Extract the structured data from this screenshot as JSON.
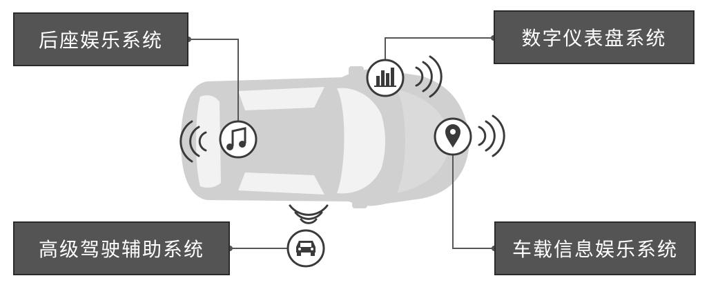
{
  "labels": {
    "rear_entertainment": "后座娱乐系统",
    "digital_cluster": "数字仪表盘系统",
    "adas": "高级驾驶辅助系统",
    "infotainment": "车载信息娱乐系统"
  },
  "icons": {
    "music": "music-note-icon",
    "chart": "bar-chart-icon",
    "location": "map-pin-icon",
    "car": "car-icon",
    "signal": "wireless-signal-icon"
  },
  "colors": {
    "box_fill": "#545454",
    "box_border": "#2a2a2a",
    "car_body": "#d0d0d0",
    "car_glass": "#f2f2f2",
    "icon_stroke": "#3a3a3a",
    "connector": "#555555"
  }
}
